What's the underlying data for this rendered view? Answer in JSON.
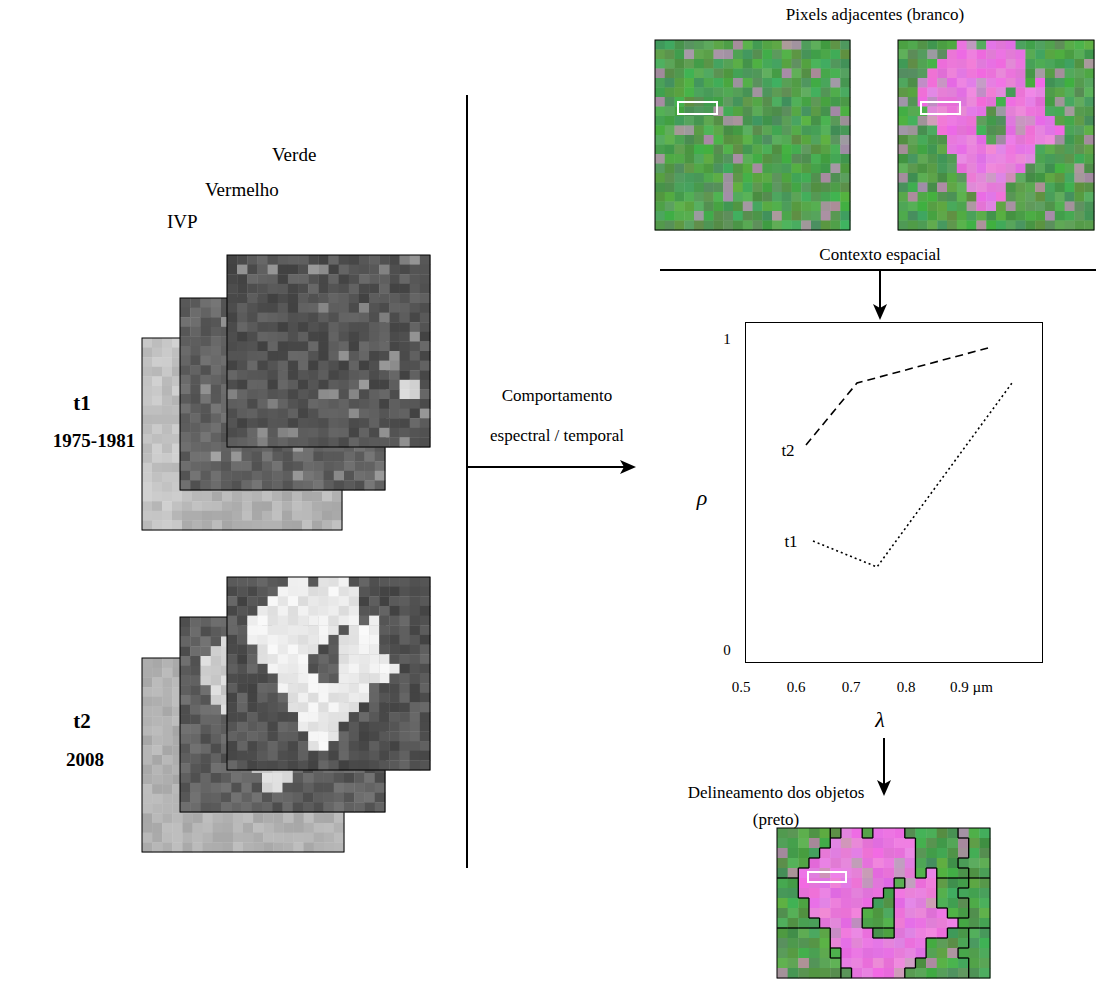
{
  "diagram": {
    "nodes": [
      {
        "text": [
          "t2",
          "t1"
        ]
      }
    ],
    "labels": [
      "Pixels adjacentes (branco)",
      "Verde",
      "Vermelho",
      "IVP",
      "Contexto espacial",
      "t1",
      "1975-1981",
      "Comportamento espectral / temporal",
      "1",
      "ρ",
      "0",
      "0.5",
      "0.6",
      "0.7",
      "0.8",
      "0.9 µm",
      "λ",
      "t2",
      "2008",
      "Delineamento dos objetos (preto)"
    ]
  }
}
